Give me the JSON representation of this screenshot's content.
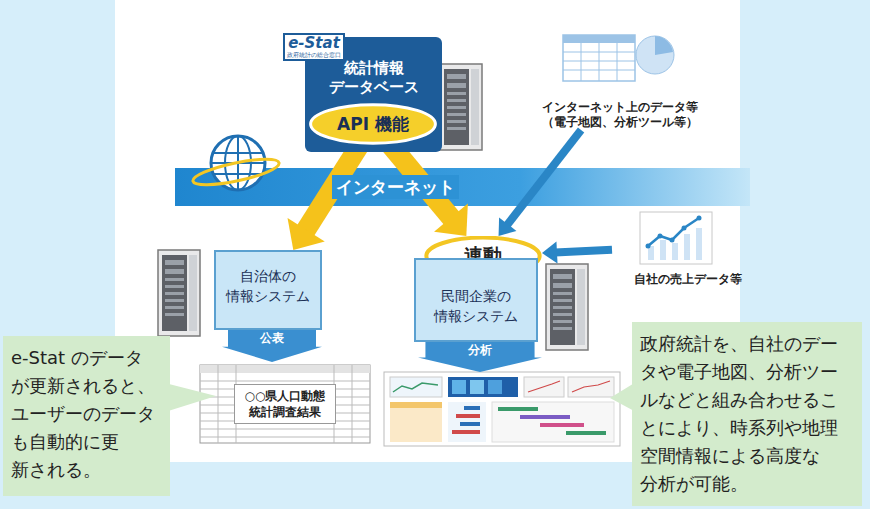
{
  "diagram": {
    "nodes": [
      {
        "text": [
          "e-Stat",
          "政府統計の総合窓口"
        ]
      },
      {
        "text": [
          "統計情報 データベース"
        ]
      },
      {
        "text": [
          "API 機能"
        ],
        "in": 1
      },
      {
        "text": [
          "インターネット上のデータ等 （電子地図、分析ツール等）"
        ]
      },
      {
        "text": [
          "インターネット"
        ]
      },
      {
        "text": [
          "自社の売上データ等"
        ]
      },
      {
        "text": [
          "連動"
        ]
      },
      {
        "text": [
          "自治体の 情報システム"
        ]
      },
      {
        "text": [
          "民間企業の 情報システム"
        ]
      },
      {
        "text": [
          "公表"
        ]
      },
      {
        "text": [
          "分析"
        ]
      },
      {
        "text": [
          "○○県人口動態 統計調査結果"
        ]
      },
      {
        "text": [
          "e-Stat のデータ が更新されると、 ユーザーのデータ も自動的に更 新される。"
        ]
      },
      {
        "text": [
          "政府統計を、自社のデー タや電子地図、分析ツー ルなどと組み合わせるこ とにより、時系列や地理 空間情報による高度な 分析が可能。"
        ]
      }
    ],
    "edges": [
      {
        "from": 2,
        "to": 7,
        "arrow": "to"
      },
      {
        "from": 2,
        "to": 6,
        "arrow": "to"
      },
      {
        "from": 3,
        "to": 6,
        "arrow": "to"
      },
      {
        "from": 5,
        "to": 6,
        "arrow": "to"
      }
    ]
  }
}
